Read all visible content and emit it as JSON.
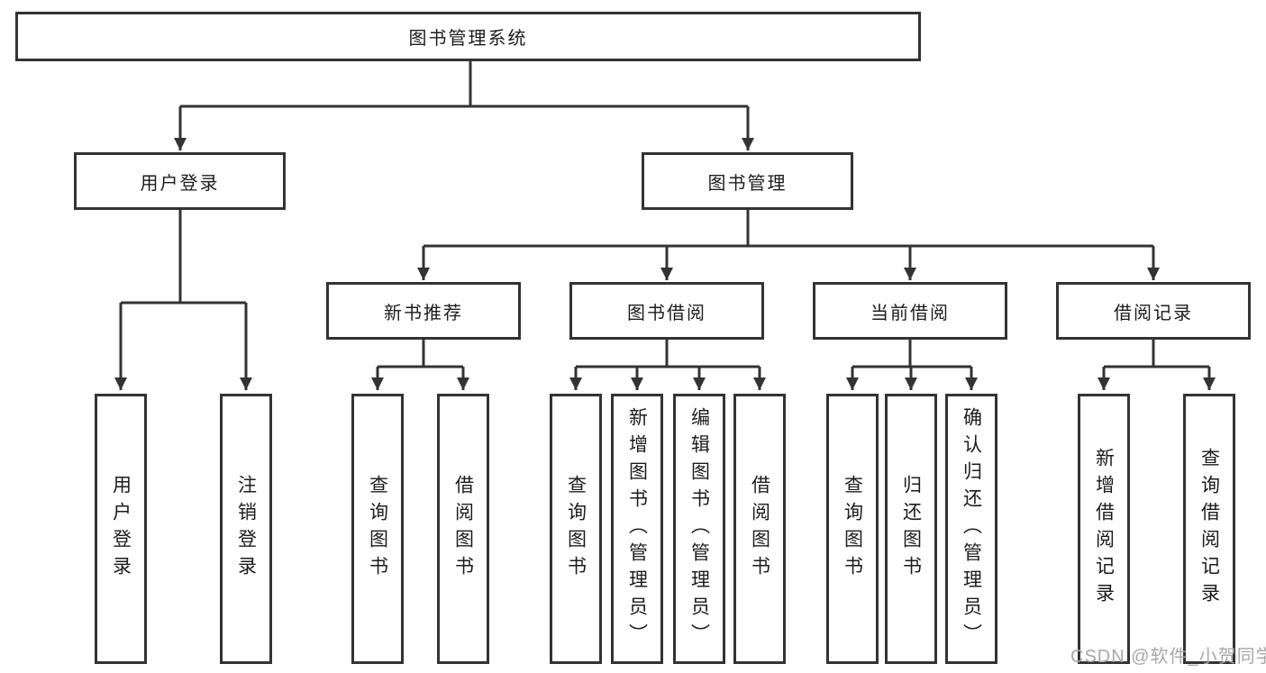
{
  "diagram": {
    "type": "hierarchy-tree",
    "nodes": {
      "root": "图书管理系统",
      "user_login": "用户登录",
      "book_mgmt": "图书管理",
      "new_books": "新书推荐",
      "book_borrow": "图书借阅",
      "current_borrow": "当前借阅",
      "borrow_records": "借阅记录",
      "leaf_user_login": "用户登录",
      "leaf_logout": "注销登录",
      "leaf_nb_query": "查询图书",
      "leaf_nb_borrow": "借阅图书",
      "leaf_bb_query": "查询图书",
      "leaf_bb_add": "新增图书（管理员）",
      "leaf_bb_edit": "编辑图书（管理员）",
      "leaf_bb_borrow": "借阅图书",
      "leaf_cb_query": "查询图书",
      "leaf_cb_return": "归还图书",
      "leaf_cb_confirm": "确认归还（管理员）",
      "leaf_br_add": "新增借阅记录",
      "leaf_br_query": "查询借阅记录"
    },
    "colors": {
      "line": "#333333",
      "text": "#1c1c1c",
      "background": "#ffffff"
    }
  },
  "watermark": {
    "text": "CSDN @软件_小贺同学",
    "color": "#a9a7a9"
  }
}
